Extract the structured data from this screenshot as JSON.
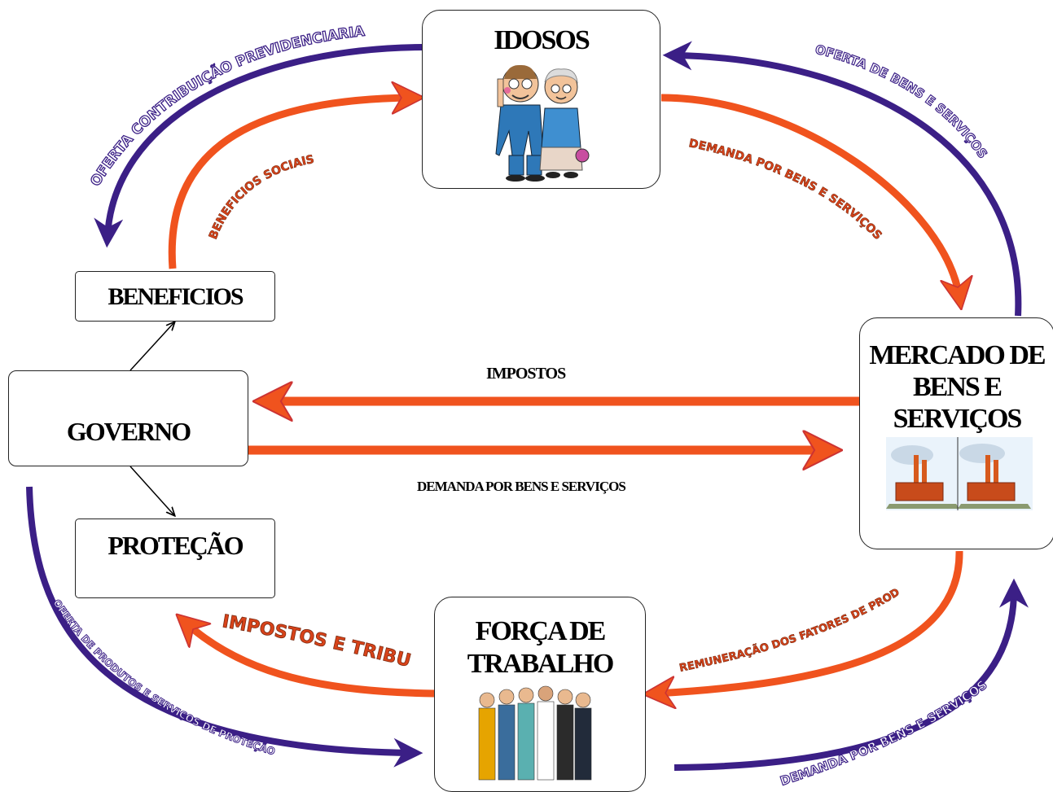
{
  "nodes": {
    "idosos": "IDOSOS",
    "beneficios": "BENEFICIOS",
    "governo": "GOVERNO",
    "protecao": "PROTEÇÃO",
    "mercado": [
      "MERCADO DE",
      "BENS E",
      "SERVIÇOS"
    ],
    "forca": [
      "FORÇA DE",
      "TRABALHO"
    ]
  },
  "edges": {
    "impostos": "IMPOSTOS",
    "demanda_governo": "DEMANDA POR BENS E SERVIÇOS",
    "oferta_contribuicao": "OFERTA CONTRIBUIÇÃO PREVIDENCIARIA",
    "beneficios_sociais": "BENEFICIOS SOCIAIS",
    "oferta_bens": "OFERTA DE BENS E SERVIÇOS",
    "demanda_idosos": "DEMANDA POR BENS E SERVIÇOS",
    "remuneracao": "REMUNERAÇÃO DOS FATORES DE PRODUÇÃO",
    "demanda_trabalho": "DEMANDA POR BENS E SERVIÇOS",
    "impostos_tributos": "IMPOSTOS E TRIBUTOS",
    "oferta_protecao": "OFERTA DE PRODUTOS E SERVIÇOS DE PROTEÇÃO"
  },
  "colors": {
    "orange": "#f0531e",
    "purple": "#3b1f86",
    "curve_label_fill": "#d8431a"
  },
  "icons": {
    "idosos_picture": "elderly-couple-icon",
    "mercado_picture": "factory-icon",
    "forca_picture": "workers-group-icon"
  }
}
